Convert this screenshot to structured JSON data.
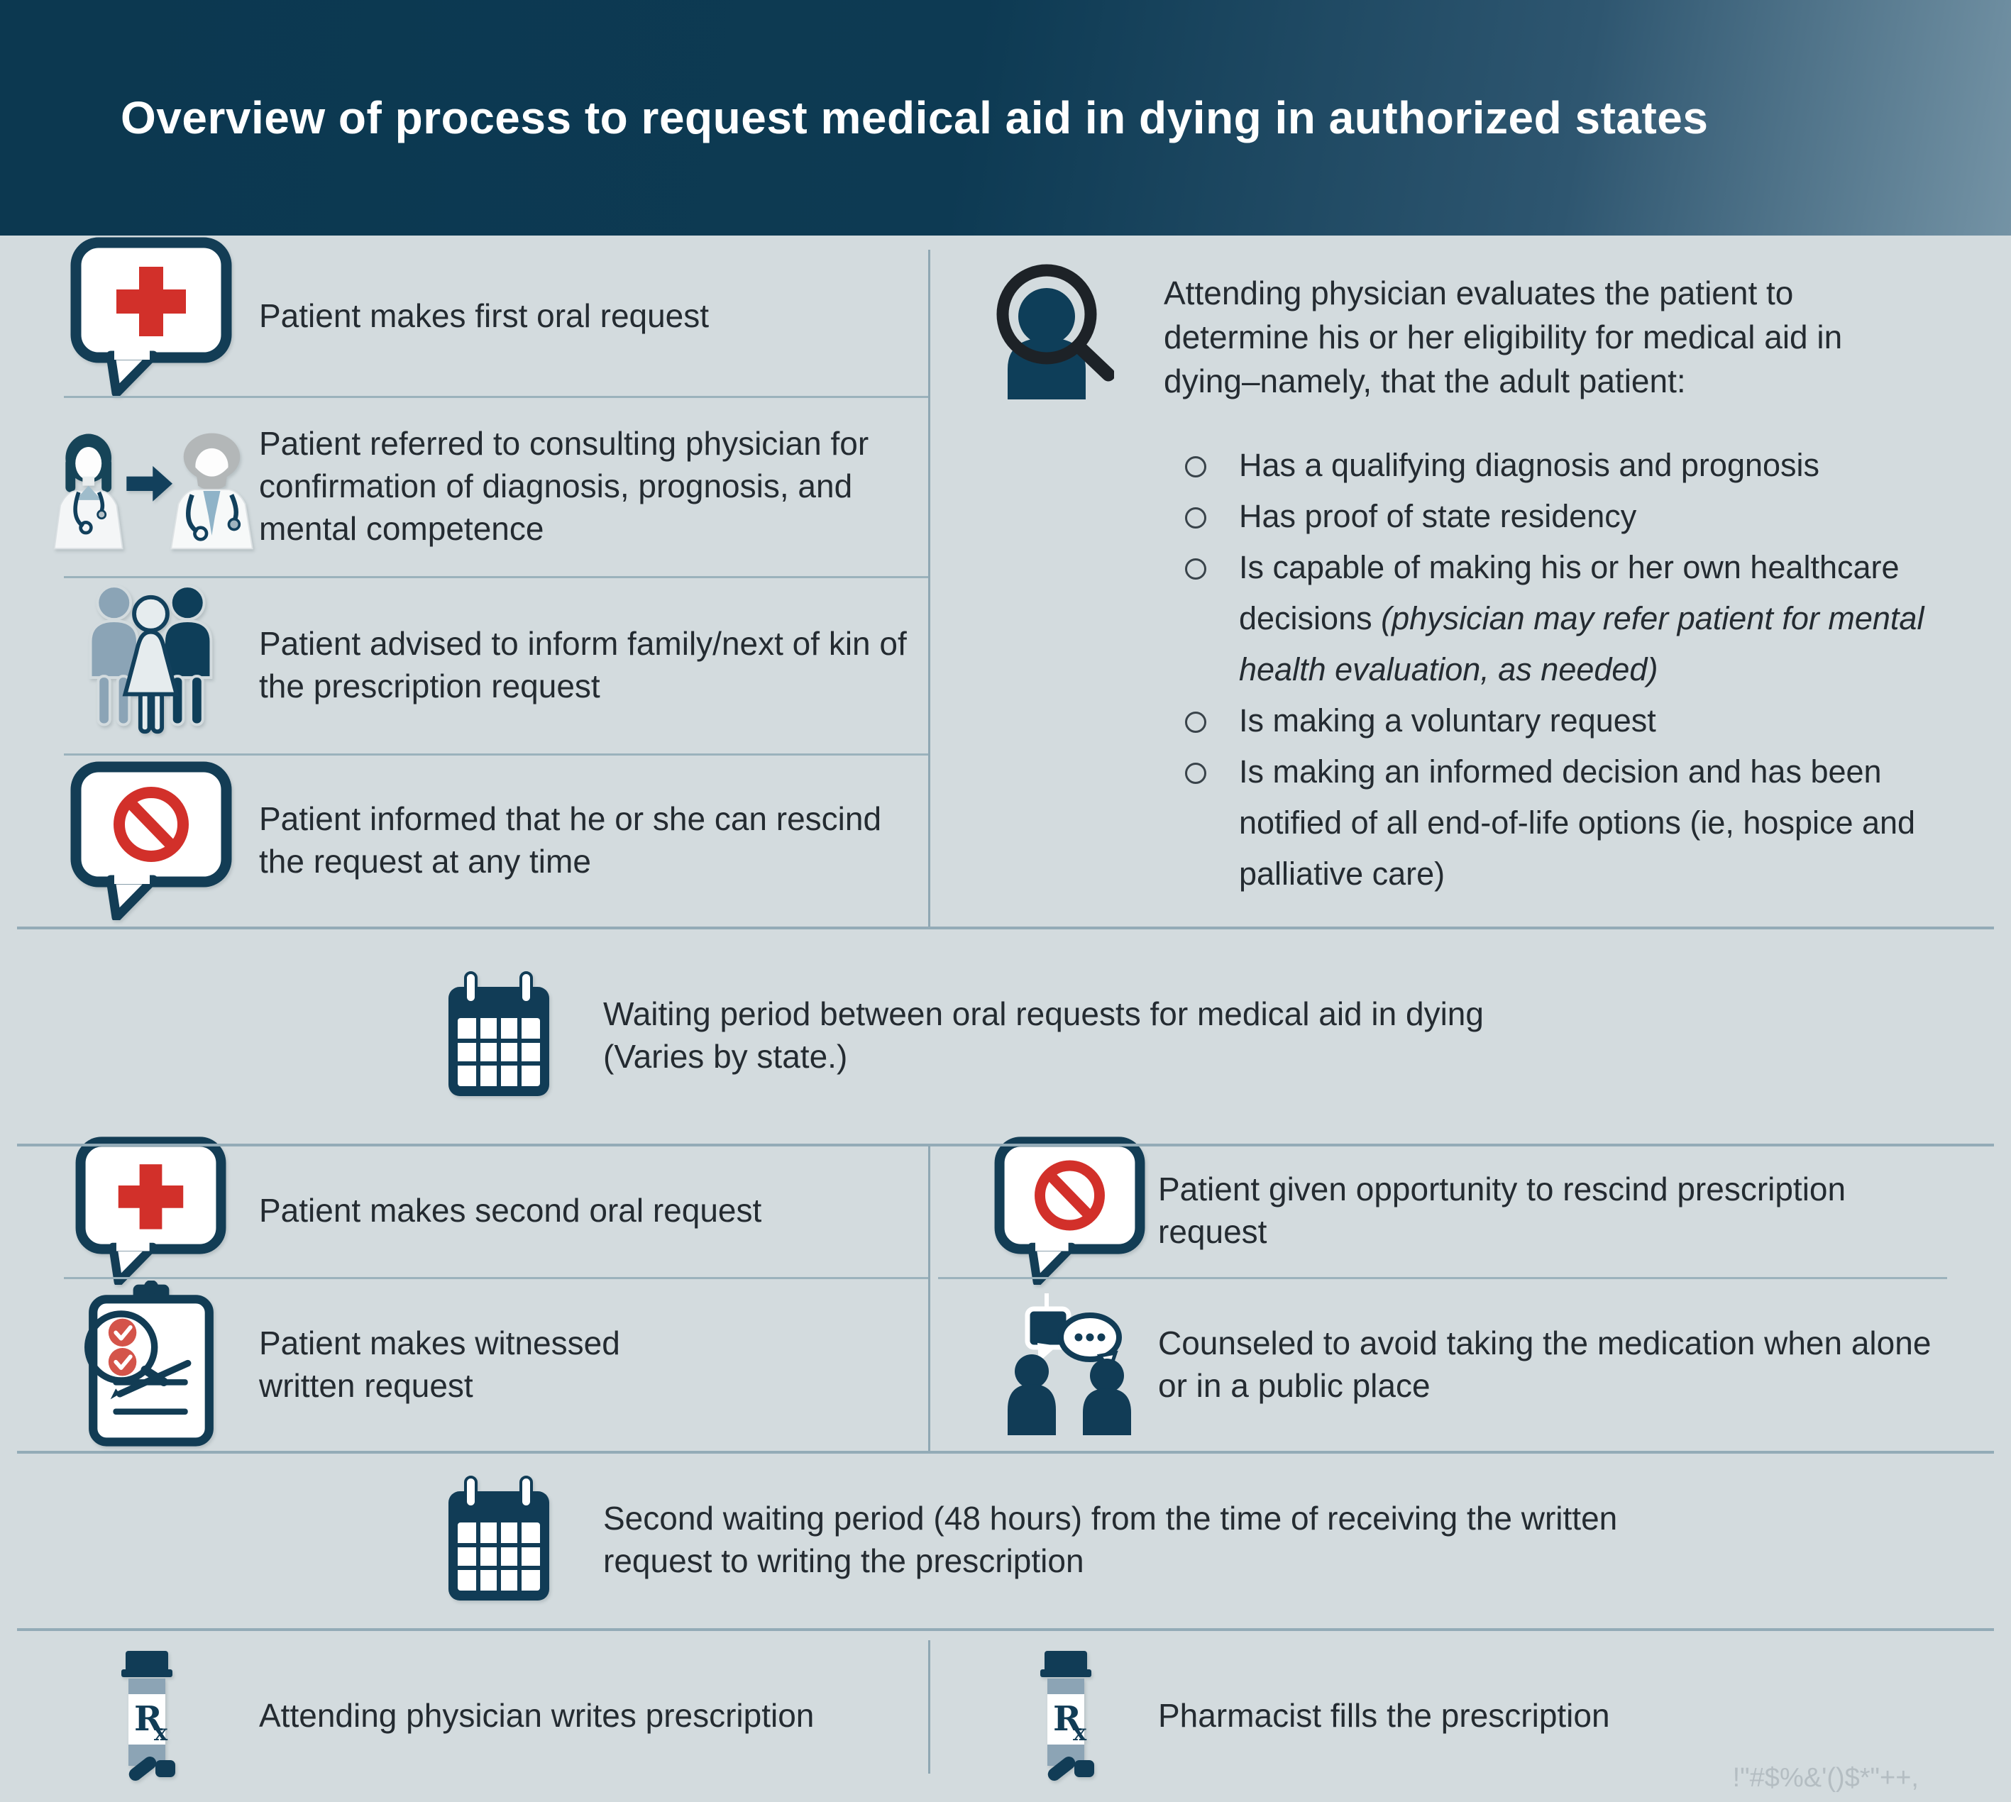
{
  "title": "Overview of process to request medical aid in dying in authorized states",
  "colors": {
    "header_dark": "#0c3850",
    "header_light": "#7493a5",
    "body_bg": "#d3dbde",
    "navy": "#113c56",
    "red": "#d2302a",
    "check_red": "#d4544a",
    "divider": "#9bb2bc",
    "text": "#242b31",
    "lens_black": "#1d2227",
    "light_figure": "#8ba4b6",
    "bottle_band": "#8ca4b5"
  },
  "steps": {
    "first_oral": "Patient makes first oral request",
    "referral": "Patient referred to consulting physician for confirmation of diagnosis, prognosis, and mental competence",
    "inform_family": "Patient advised to inform family/next of kin of the prescription request",
    "rescind_info": "Patient informed that he or she can rescind the request at any time"
  },
  "evaluation": {
    "intro": "Attending physician evaluates the patient to determine his or her eligibility for medical aid in dying–namely, that the adult patient:",
    "bullets": [
      {
        "text": "Has a qualifying diagnosis and prognosis"
      },
      {
        "text": "Has proof of state residency"
      },
      {
        "text": "Is capable of making his or her own healthcare decisions ",
        "italic": "(physician may refer patient for mental health evaluation, as needed)"
      },
      {
        "text": "Is making a voluntary request"
      },
      {
        "text": "Is making an informed decision and has been notified of all end-of-life options (ie, hospice and palliative care)"
      }
    ]
  },
  "waiting_periods": {
    "first_line1": "Waiting period between oral requests for medical aid in dying",
    "first_line2": "(Varies by state.)",
    "second": "Second waiting period (48 hours) from the time of receiving the written request to writing the prescription"
  },
  "second_round": {
    "second_oral": "Patient makes second oral request",
    "rescind_opportunity": "Patient given opportunity to rescind prescription request",
    "written_request": "Patient makes witnessed written request",
    "counseled": "Counseled to avoid taking the medication when alone or in a public place"
  },
  "prescription": {
    "physician_writes": "Attending physician writes prescription",
    "pharmacist_fills": "Pharmacist fills the prescription"
  },
  "watermark": "!\"#$%&'()$*\"++,"
}
